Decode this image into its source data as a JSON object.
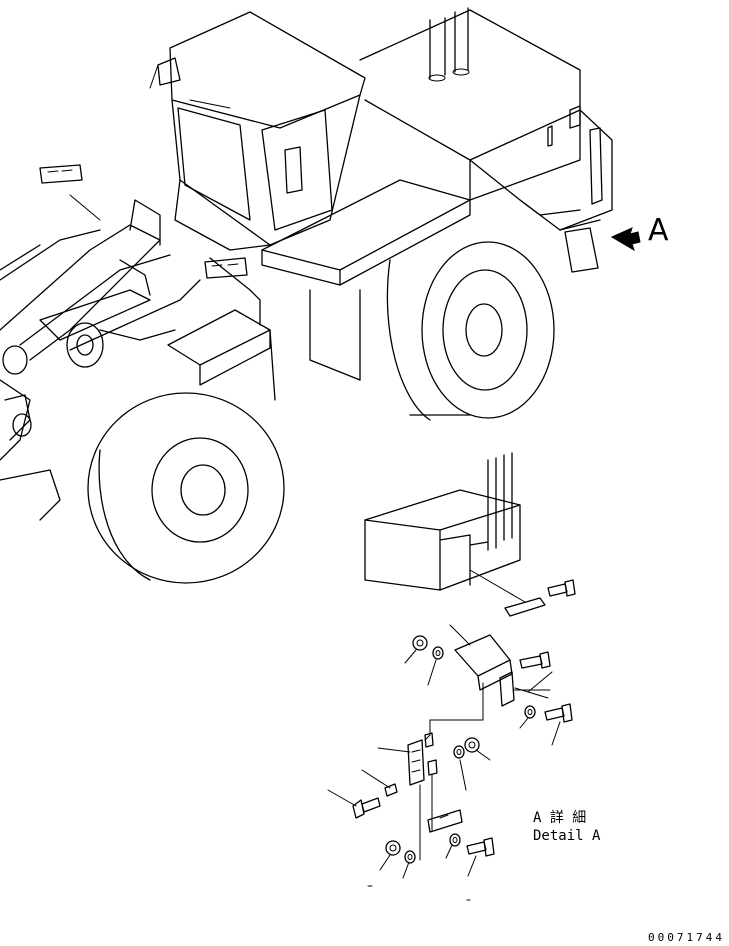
{
  "view_label": "A",
  "detail": {
    "title_jp": "A 詳 細",
    "title_en": "Detail A"
  },
  "drawing_number": "00071744"
}
